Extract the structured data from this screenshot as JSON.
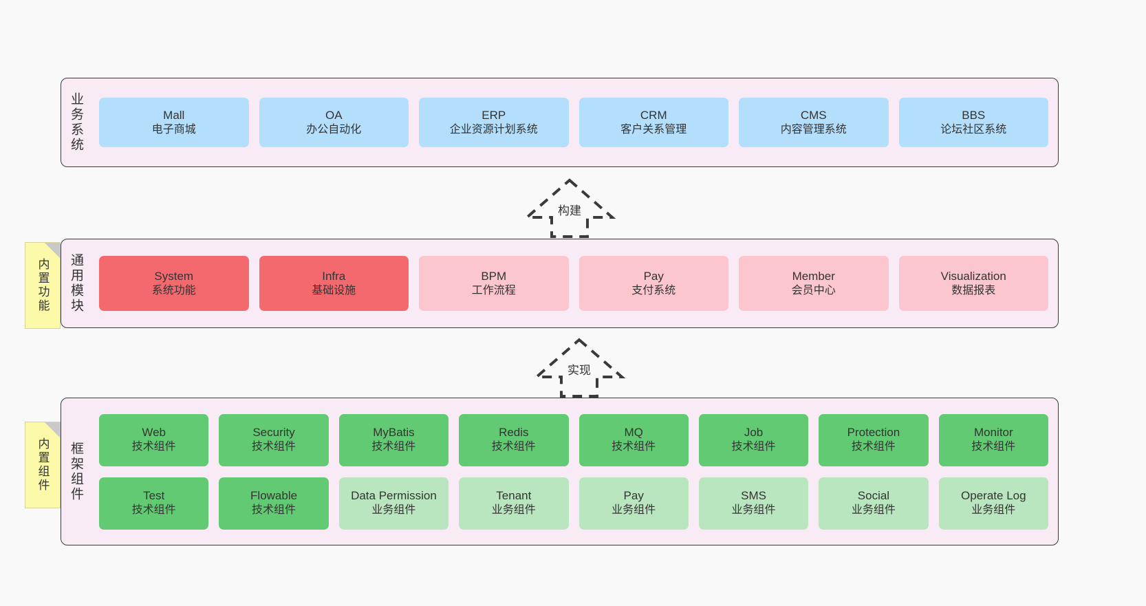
{
  "diagram": {
    "title": "Layered architecture diagram",
    "background_color": "#f9f9f9"
  },
  "colors": {
    "layer_background": "#f8ebf5",
    "layer_border": "#3a3a3a",
    "business_node": "#b3dffc",
    "module_core_node": "#f4696d",
    "module_node": "#fcc6ce",
    "tech_component_node": "#63ca74",
    "business_component_node": "#b9e6bf",
    "note_background": "#fcfaa8",
    "note_fold": "#c9c9c9"
  },
  "layers": {
    "business": {
      "label": "业务系统",
      "nodes": [
        {
          "title": "Mall",
          "sub": "电子商城",
          "style": "blue"
        },
        {
          "title": "OA",
          "sub": "办公自动化",
          "style": "blue"
        },
        {
          "title": "ERP",
          "sub": "企业资源计划系统",
          "style": "blue"
        },
        {
          "title": "CRM",
          "sub": "客户关系管理",
          "style": "blue"
        },
        {
          "title": "CMS",
          "sub": "内容管理系统",
          "style": "blue"
        },
        {
          "title": "BBS",
          "sub": "论坛社区系统",
          "style": "blue"
        }
      ]
    },
    "modules": {
      "label": "通用模块",
      "nodes": [
        {
          "title": "System",
          "sub": "系统功能",
          "style": "red"
        },
        {
          "title": "Infra",
          "sub": "基础设施",
          "style": "red"
        },
        {
          "title": "BPM",
          "sub": "工作流程",
          "style": "pink"
        },
        {
          "title": "Pay",
          "sub": "支付系统",
          "style": "pink"
        },
        {
          "title": "Member",
          "sub": "会员中心",
          "style": "pink"
        },
        {
          "title": "Visualization",
          "sub": "数据报表",
          "style": "pink"
        }
      ]
    },
    "framework": {
      "label": "框架组件",
      "row1": [
        {
          "title": "Web",
          "sub": "技术组件",
          "style": "green"
        },
        {
          "title": "Security",
          "sub": "技术组件",
          "style": "green"
        },
        {
          "title": "MyBatis",
          "sub": "技术组件",
          "style": "green"
        },
        {
          "title": "Redis",
          "sub": "技术组件",
          "style": "green"
        },
        {
          "title": "MQ",
          "sub": "技术组件",
          "style": "green"
        },
        {
          "title": "Job",
          "sub": "技术组件",
          "style": "green"
        },
        {
          "title": "Protection",
          "sub": "技术组件",
          "style": "green"
        },
        {
          "title": "Monitor",
          "sub": "技术组件",
          "style": "green"
        }
      ],
      "row2": [
        {
          "title": "Test",
          "sub": "技术组件",
          "style": "green"
        },
        {
          "title": "Flowable",
          "sub": "技术组件",
          "style": "green"
        },
        {
          "title": "Data Permission",
          "sub": "业务组件",
          "style": "lightgreen"
        },
        {
          "title": "Tenant",
          "sub": "业务组件",
          "style": "lightgreen"
        },
        {
          "title": "Pay",
          "sub": "业务组件",
          "style": "lightgreen"
        },
        {
          "title": "SMS",
          "sub": "业务组件",
          "style": "lightgreen"
        },
        {
          "title": "Social",
          "sub": "业务组件",
          "style": "lightgreen"
        },
        {
          "title": "Operate Log",
          "sub": "业务组件",
          "style": "lightgreen"
        }
      ]
    }
  },
  "notes": {
    "builtin_features": "内置功能",
    "builtin_components": "内置组件"
  },
  "arrows": {
    "build": "构建",
    "realize": "实现"
  }
}
